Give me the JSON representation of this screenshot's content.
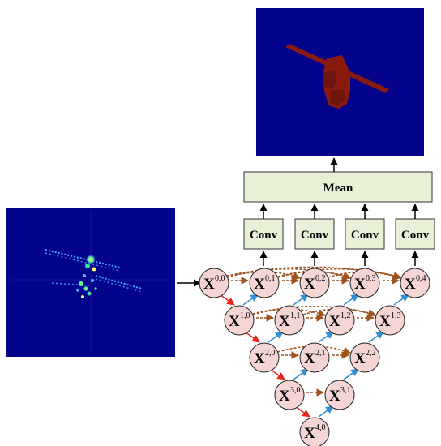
{
  "mean_label": "Mean",
  "conv_labels": [
    "Conv",
    "Conv",
    "Conv",
    "Conv"
  ],
  "node_base": "X",
  "nodes": [
    {
      "id": "0-0",
      "sup": "0,0"
    },
    {
      "id": "0-1",
      "sup": "0,1"
    },
    {
      "id": "0-2",
      "sup": "0,2"
    },
    {
      "id": "0-3",
      "sup": "0,3"
    },
    {
      "id": "0-4",
      "sup": "0,4"
    },
    {
      "id": "1-0",
      "sup": "1,0"
    },
    {
      "id": "1-1",
      "sup": "1,1"
    },
    {
      "id": "1-2",
      "sup": "1,2"
    },
    {
      "id": "1-3",
      "sup": "1,3"
    },
    {
      "id": "2-0",
      "sup": "2,0"
    },
    {
      "id": "2-1",
      "sup": "2,1"
    },
    {
      "id": "2-2",
      "sup": "2,2"
    },
    {
      "id": "3-0",
      "sup": "3,0"
    },
    {
      "id": "3-1",
      "sup": "3,1"
    },
    {
      "id": "4-0",
      "sup": "4,0"
    }
  ],
  "colors": {
    "image_background": "#03038c",
    "node_fill": "#f5d4d4",
    "box_fill": "#e8f0d8",
    "downsample_arrow": "#e8261e",
    "upsample_arrow": "#2f8fd8",
    "skip_arrow": "#a0521d",
    "output_object": "#8b1a0e"
  }
}
